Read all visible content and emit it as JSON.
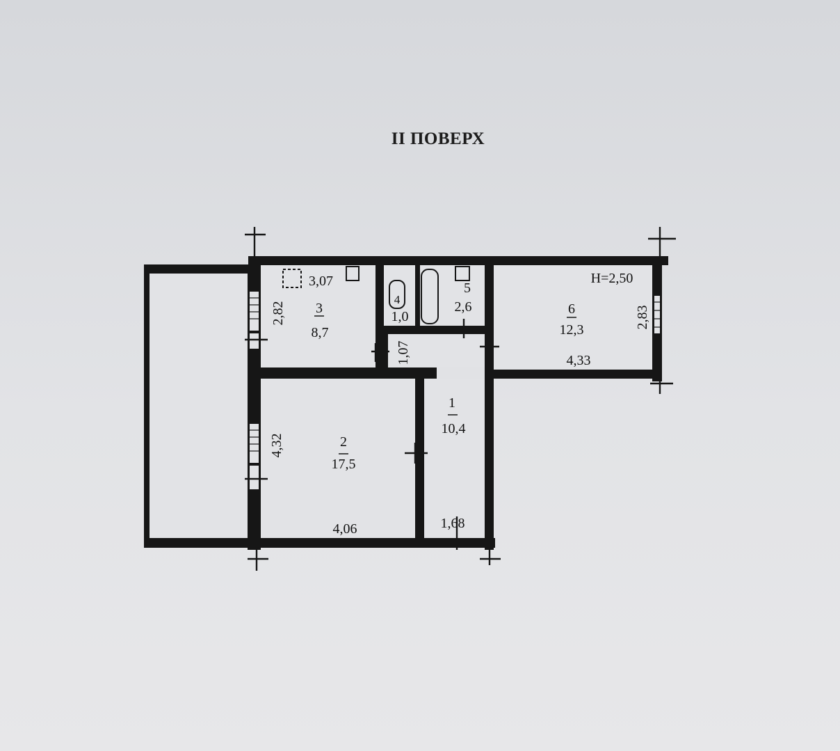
{
  "floor_title": "ІІ ПОВЕРХ",
  "ceiling_height": "H=2,50",
  "rooms": [
    {
      "number": "1",
      "area": "10,4"
    },
    {
      "number": "2",
      "area": "17,5"
    },
    {
      "number": "3",
      "area": "8,7"
    },
    {
      "number": "4",
      "area": "1,0"
    },
    {
      "number": "5",
      "area": "2,6"
    },
    {
      "number": "6",
      "area": "12,3"
    }
  ],
  "dimensions": {
    "room3_width": "3,07",
    "room3_depth": "2,82",
    "room2_depth": "4,32",
    "room2_width": "4,06",
    "corridor_step": "1,07",
    "corridor_width": "1,68",
    "room6_depth": "2,83",
    "room6_width": "4,33"
  }
}
